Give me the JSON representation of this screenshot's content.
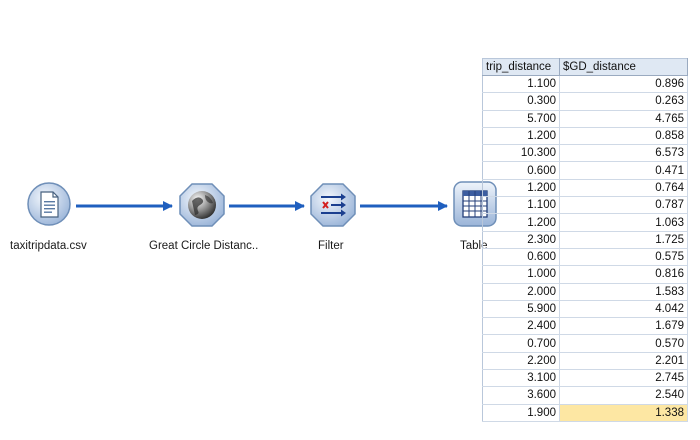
{
  "stream": {
    "nodes": [
      {
        "label": "taxitripdata.csv",
        "icon": "csv-file-source-icon"
      },
      {
        "label": "Great Circle Distanc..",
        "icon": "globe-icon"
      },
      {
        "label": "Filter",
        "icon": "filter-icon"
      },
      {
        "label": "Table",
        "icon": "table-icon"
      }
    ],
    "connector_color": "#1f5fbf"
  },
  "table": {
    "columns": [
      "trip_distance",
      "$GD_distance"
    ],
    "rows": [
      [
        "1.100",
        "0.896"
      ],
      [
        "0.300",
        "0.263"
      ],
      [
        "5.700",
        "4.765"
      ],
      [
        "1.200",
        "0.858"
      ],
      [
        "10.300",
        "6.573"
      ],
      [
        "0.600",
        "0.471"
      ],
      [
        "1.200",
        "0.764"
      ],
      [
        "1.100",
        "0.787"
      ],
      [
        "1.200",
        "1.063"
      ],
      [
        "2.300",
        "1.725"
      ],
      [
        "0.600",
        "0.575"
      ],
      [
        "1.000",
        "0.816"
      ],
      [
        "2.000",
        "1.583"
      ],
      [
        "5.900",
        "4.042"
      ],
      [
        "2.400",
        "1.679"
      ],
      [
        "0.700",
        "0.570"
      ],
      [
        "2.200",
        "2.201"
      ],
      [
        "3.100",
        "2.745"
      ],
      [
        "3.600",
        "2.540"
      ],
      [
        "1.900",
        "1.338"
      ]
    ],
    "highlight_color": "#fde7a3"
  }
}
